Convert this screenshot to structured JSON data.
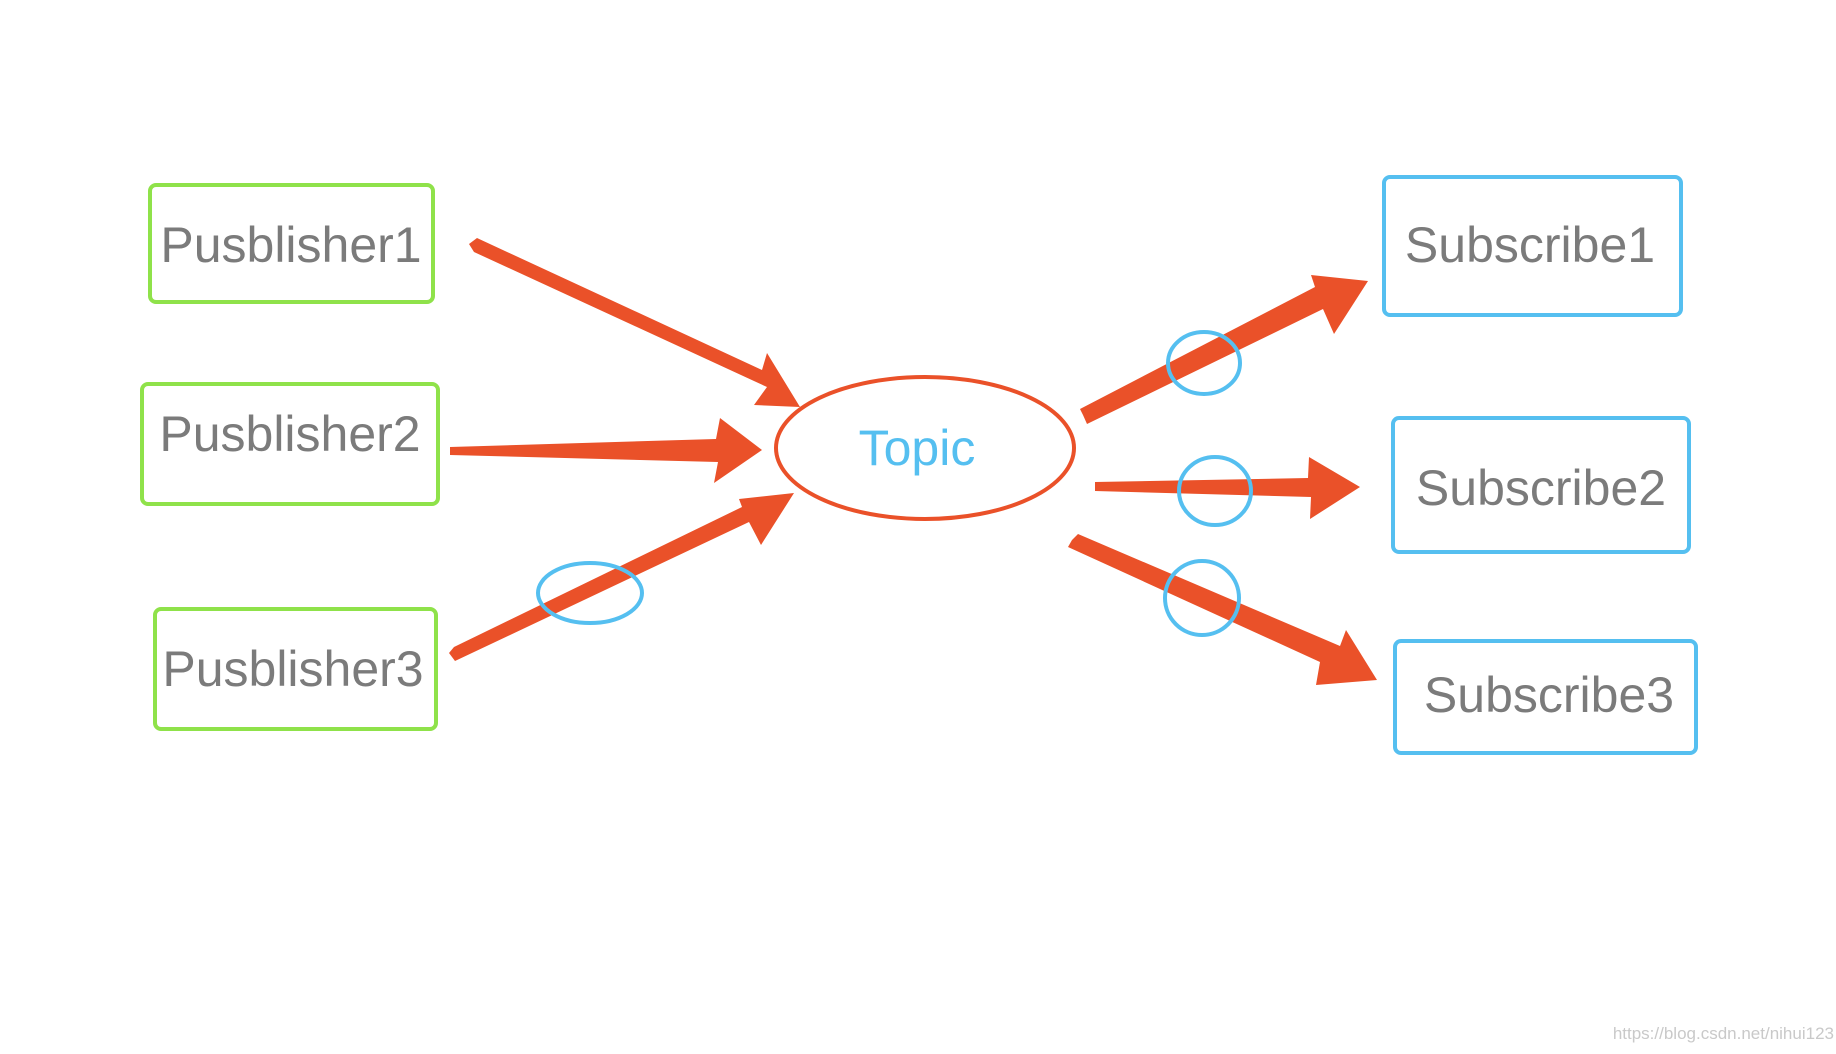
{
  "diagram": {
    "publishers": [
      {
        "label": "Pusblisher1"
      },
      {
        "label": "Pusblisher2"
      },
      {
        "label": "Pusblisher3"
      }
    ],
    "topic": {
      "label": "Topic"
    },
    "subscribers": [
      {
        "label": "Subscribe1"
      },
      {
        "label": "Subscribe2"
      },
      {
        "label": "Subscribe3"
      }
    ]
  },
  "watermark": "https://blog.csdn.net/nihui123",
  "colors": {
    "publisher_border": "#8fe24a",
    "subscriber_border": "#55bff0",
    "topic_border": "#ea5129",
    "topic_text": "#55bff0",
    "arrow": "#ea5129",
    "marker_circle": "#55bff0",
    "node_text": "#7b7b7b",
    "watermark_text": "#c9c9c9"
  }
}
